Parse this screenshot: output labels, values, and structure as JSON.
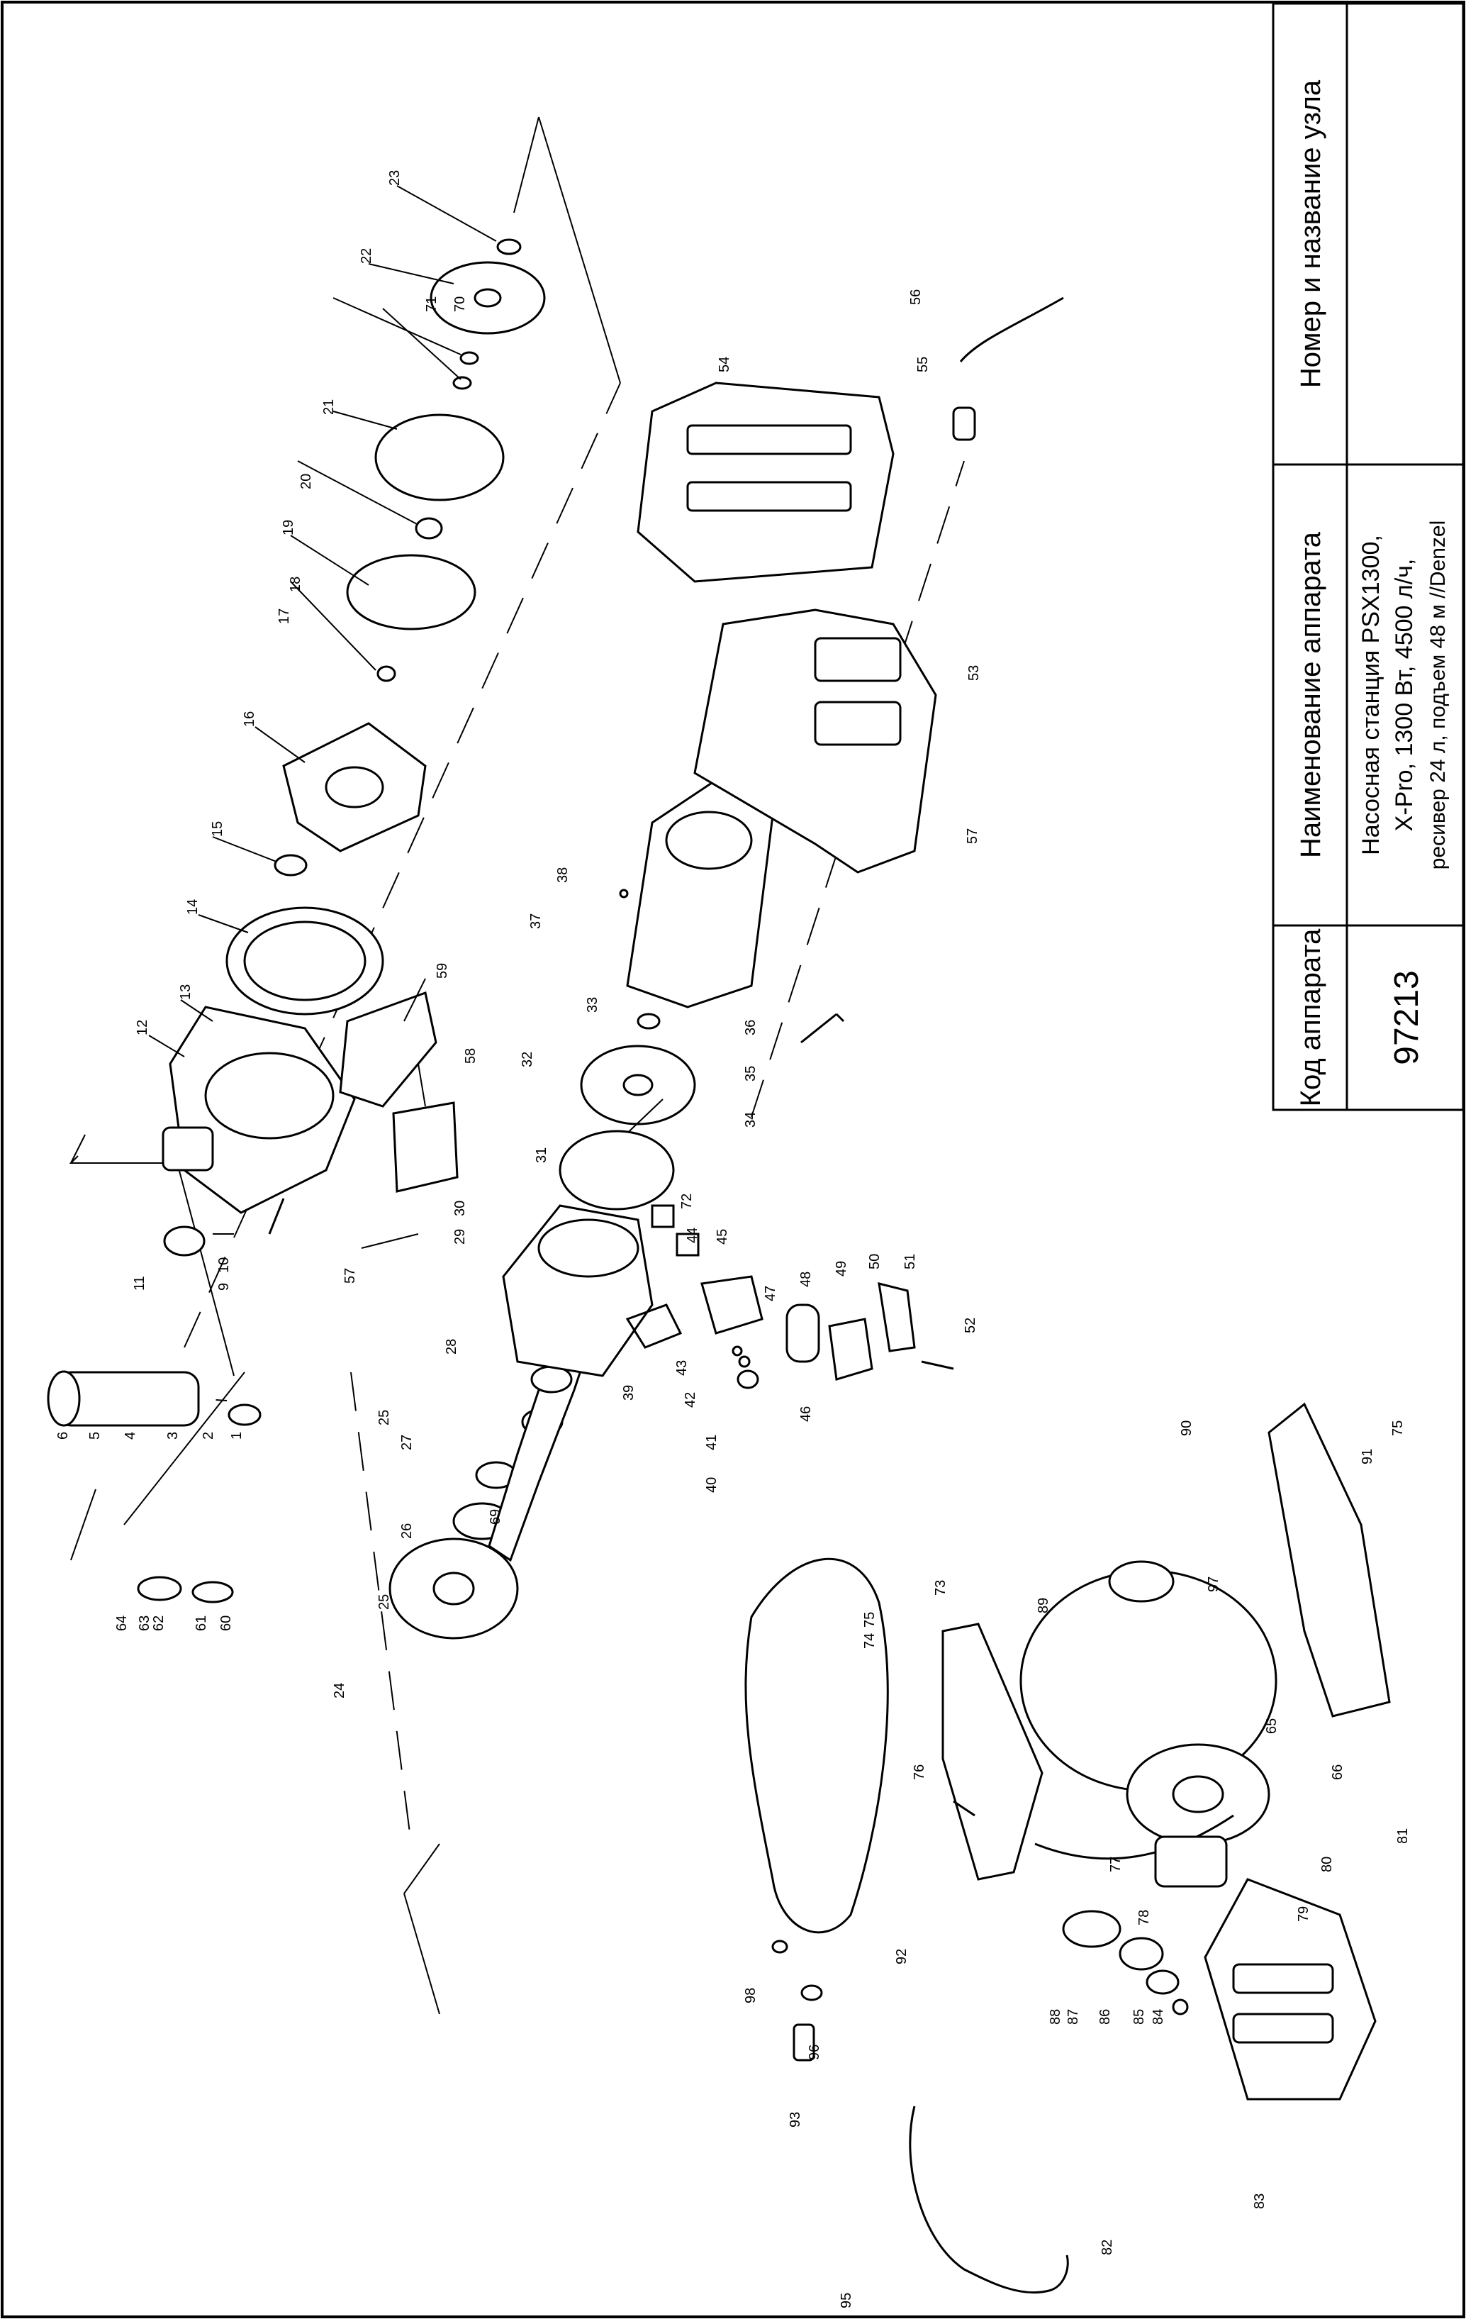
{
  "title_block": {
    "headers": {
      "node": "Номер и название узла",
      "device_name": "Наименование аппарата",
      "device_code": "Код аппарата"
    },
    "device_code": "97213",
    "device_name_lines": [
      "Насосная станция PSX1300,",
      "X-Pro, 1300 Вт, 4500 л/ч,",
      "ресивер 24 л, подъем 48 м //Denzel"
    ]
  },
  "callouts": [
    "1",
    "2",
    "3",
    "4",
    "5",
    "6",
    "9",
    "10",
    "11",
    "12",
    "13",
    "14",
    "15",
    "16",
    "17",
    "18",
    "19",
    "20",
    "21",
    "22",
    "23",
    "24",
    "25",
    "25",
    "26",
    "27",
    "28",
    "29",
    "30",
    "31",
    "32",
    "33",
    "34",
    "35",
    "36",
    "37",
    "38",
    "39",
    "40",
    "41",
    "42",
    "43",
    "44",
    "45",
    "46",
    "47",
    "48",
    "49",
    "50",
    "51",
    "52",
    "53",
    "54",
    "55",
    "56",
    "57",
    "57",
    "58",
    "59",
    "60",
    "61",
    "62",
    "63",
    "64",
    "65",
    "66",
    "69",
    "70",
    "71",
    "72",
    "73",
    "74",
    "75",
    "75",
    "76",
    "77",
    "78",
    "79",
    "80",
    "81",
    "82",
    "83",
    "84",
    "85",
    "86",
    "87",
    "88",
    "89",
    "90",
    "91",
    "92",
    "93",
    "95",
    "96",
    "97",
    "98"
  ]
}
